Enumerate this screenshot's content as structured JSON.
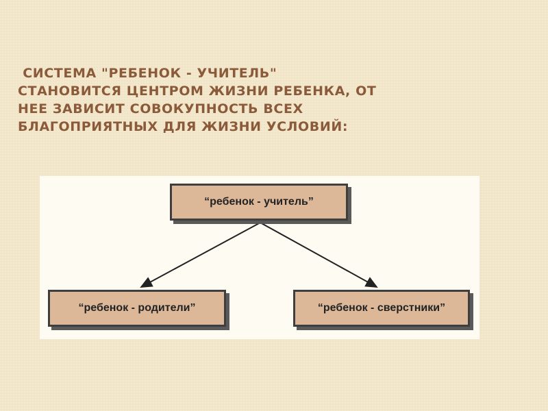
{
  "heading": {
    "lines": [
      " СИСТЕМА \"РЕБЕНОК - УЧИТЕЛЬ\"",
      "СТАНОВИТСЯ ЦЕНТРОМ ЖИЗНИ РЕБЕНКА, ОТ",
      "НЕЕ ЗАВИСИТ СОВОКУПНОСТЬ ВСЕХ",
      "БЛАГОПРИЯТНЫХ ДЛЯ ЖИЗНИ УСЛОВИЙ:"
    ]
  },
  "diagram": {
    "top": "“ребенок - учитель”",
    "left": "“ребенок - родители”",
    "right": "“ребенок - сверстники”"
  },
  "colors": {
    "background": "#f3e8cc",
    "heading_text": "#8a5a3a",
    "box_fill": "#dcb899",
    "box_border": "#3e3e3e",
    "arrow": "#222222"
  }
}
